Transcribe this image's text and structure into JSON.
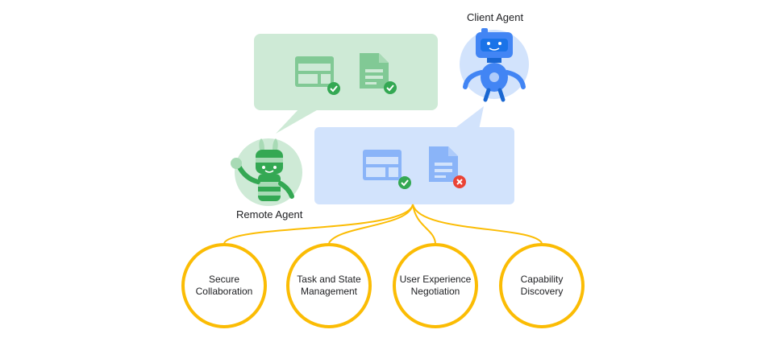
{
  "agents": {
    "client": {
      "label": "Client Agent"
    },
    "remote": {
      "label": "Remote Agent"
    }
  },
  "capabilities": [
    {
      "line1": "Secure",
      "line2": "Collaboration"
    },
    {
      "line1": "Task and State",
      "line2": "Management"
    },
    {
      "line1": "User Experience",
      "line2": "Negotiation"
    },
    {
      "line1": "Capability",
      "line2": "Discovery"
    }
  ],
  "colors": {
    "green_bubble": "#ceead6",
    "blue_bubble": "#d2e3fc",
    "green_icon": "#81c995",
    "blue_icon": "#8ab4f8",
    "check": "#34a853",
    "error": "#ea4335",
    "gold": "#fbbc04",
    "robot_blue": "#4285f4",
    "robot_green": "#34a853"
  }
}
